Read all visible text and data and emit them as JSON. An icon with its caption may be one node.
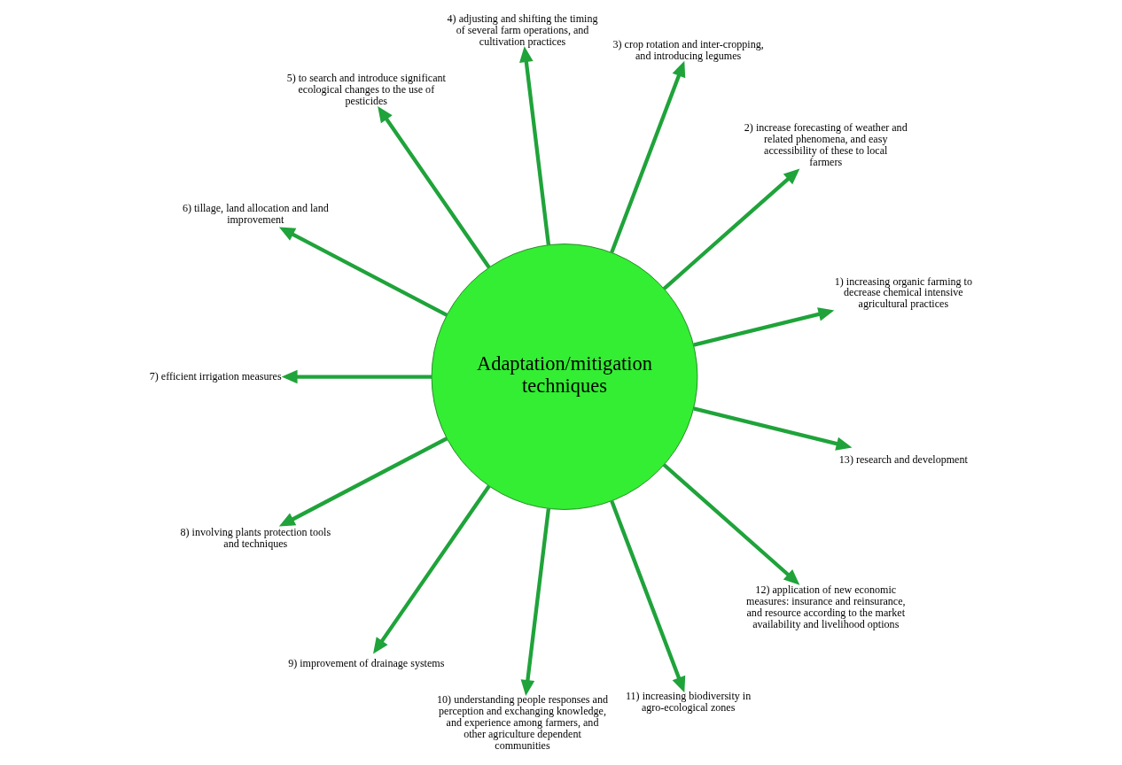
{
  "diagram": {
    "nodes": [
      {
        "text": [
          "Adaptation/mitigation techniques"
        ]
      },
      {
        "text": [
          "1) increasing organic farming to decrease chemical intensive agricultural practices"
        ]
      },
      {
        "text": [
          "2) increase forecasting of weather and related phenomena, and easy accessibility of these to local farmers"
        ]
      },
      {
        "text": [
          "3) crop rotation and inter-cropping, and introducing legumes"
        ]
      },
      {
        "text": [
          "4) adjusting and shifting the timing of several farm operations, and cultivation practices"
        ]
      },
      {
        "text": [
          "5) to search and introduce significant ecological changes to the use of pesticides"
        ]
      },
      {
        "text": [
          "6) tillage, land allocation and land improvement"
        ]
      },
      {
        "text": [
          "7) efficient irrigation measures"
        ]
      },
      {
        "text": [
          "8) involving plants protection tools and techniques"
        ]
      },
      {
        "text": [
          "9) improvement of drainage systems"
        ]
      },
      {
        "text": [
          "10) understanding people responses and perception and exchanging knowledge, and experience among farmers, and other agriculture dependent communities"
        ]
      },
      {
        "text": [
          "11) increasing biodiversity in agro-ecological zones"
        ]
      },
      {
        "text": [
          "12) application of new economic measures: insurance and reinsurance, and resource according to the market availability and livelihood options"
        ]
      },
      {
        "text": [
          "13) research and development"
        ]
      }
    ],
    "edges": [
      {
        "from": 0,
        "to": 1,
        "arrow": "to"
      },
      {
        "from": 0,
        "to": 2,
        "arrow": "to"
      },
      {
        "from": 0,
        "to": 3,
        "arrow": "to"
      },
      {
        "from": 0,
        "to": 4,
        "arrow": "to"
      },
      {
        "from": 0,
        "to": 5,
        "arrow": "to"
      },
      {
        "from": 0,
        "to": 6,
        "arrow": "to"
      },
      {
        "from": 0,
        "to": 7,
        "arrow": "to"
      },
      {
        "from": 0,
        "to": 8,
        "arrow": "to"
      },
      {
        "from": 0,
        "to": 9,
        "arrow": "to"
      },
      {
        "from": 0,
        "to": 10,
        "arrow": "to"
      },
      {
        "from": 0,
        "to": 11,
        "arrow": "to"
      },
      {
        "from": 0,
        "to": 12,
        "arrow": "to"
      },
      {
        "from": 0,
        "to": 13,
        "arrow": "to"
      }
    ]
  }
}
